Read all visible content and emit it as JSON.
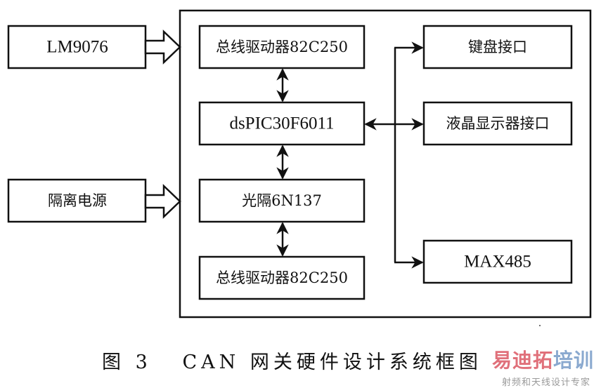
{
  "diagram": {
    "external_inputs": [
      {
        "id": "lm9076",
        "label": "LM9076"
      },
      {
        "id": "isolated-power",
        "label": "隔离电源"
      }
    ],
    "center_column": [
      {
        "id": "bus-driver-top",
        "label": "总线驱动器82C250"
      },
      {
        "id": "mcu",
        "label": "dsPIC30F6011"
      },
      {
        "id": "optocoupler",
        "label": "光隔6N137"
      },
      {
        "id": "bus-driver-bottom",
        "label": "总线驱动器82C250"
      }
    ],
    "right_column": [
      {
        "id": "keyboard-interface",
        "label": "键盘接口"
      },
      {
        "id": "lcd-interface",
        "label": "液晶显示器接口"
      },
      {
        "id": "max485",
        "label": "MAX485"
      }
    ],
    "connections": [
      {
        "from": "LM9076",
        "to": "gateway-board",
        "style": "hollow-arrow"
      },
      {
        "from": "隔离电源",
        "to": "gateway-board",
        "style": "hollow-arrow"
      },
      {
        "from": "总线驱动器82C250",
        "to": "dsPIC30F6011",
        "style": "bidirectional"
      },
      {
        "from": "dsPIC30F6011",
        "to": "光隔6N137",
        "style": "bidirectional"
      },
      {
        "from": "光隔6N137",
        "to": "总线驱动器82C250",
        "style": "bidirectional"
      },
      {
        "from": "dsPIC30F6011",
        "to": "液晶显示器接口",
        "style": "bidirectional"
      },
      {
        "from": "bus",
        "to": "键盘接口",
        "style": "arrow"
      },
      {
        "from": "bus",
        "to": "MAX485",
        "style": "arrow"
      }
    ]
  },
  "caption": {
    "figure_number": "图 3",
    "title": "CAN 网关硬件设计系统框图"
  },
  "watermark": {
    "main_part1": "易迪拓",
    "main_part2": "培训",
    "subtitle": "射频和天线设计专家",
    "color_primary": "#e0707a",
    "color_secondary": "#8aa9cf"
  }
}
